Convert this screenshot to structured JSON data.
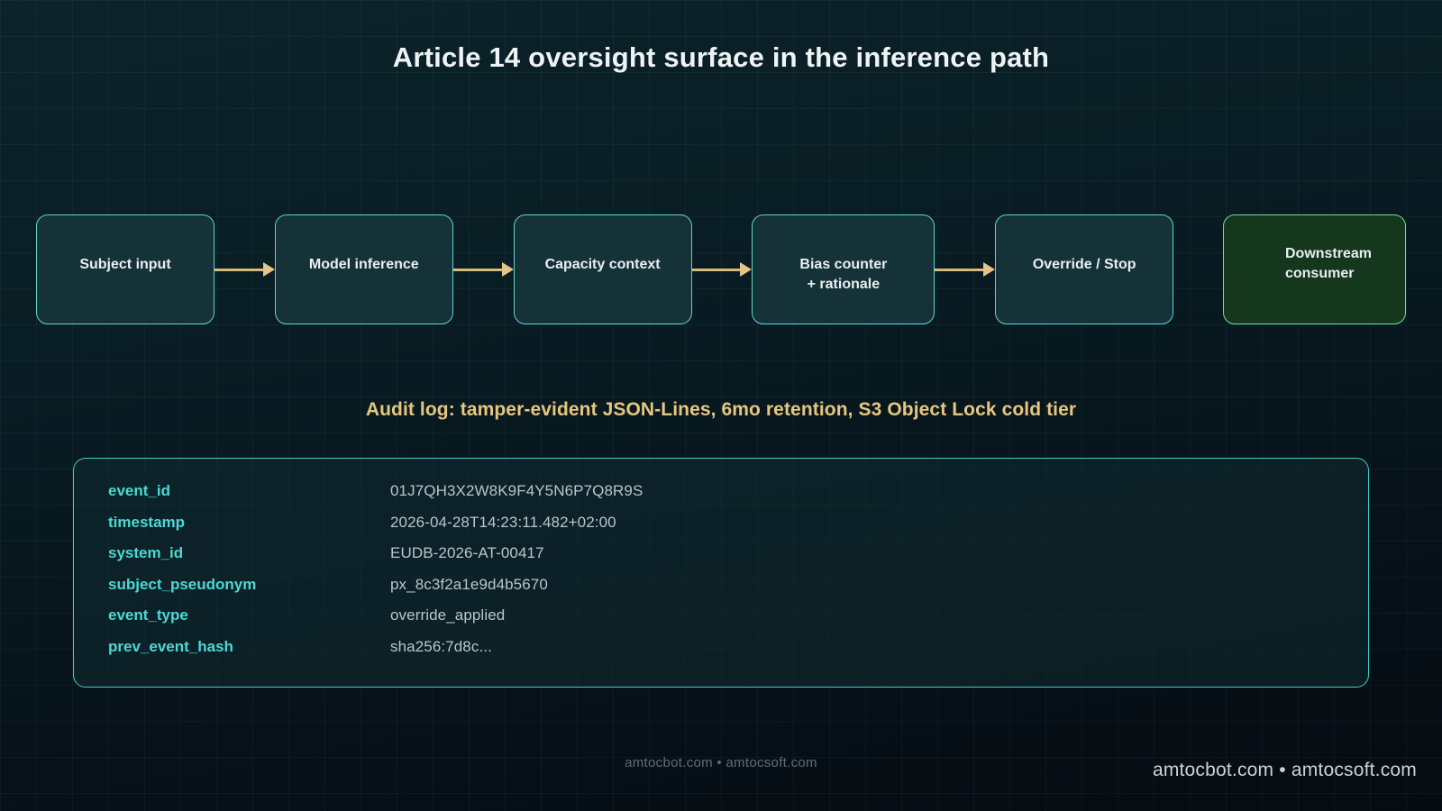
{
  "title": "Article 14 oversight surface in the inference path",
  "flow": {
    "nodes": [
      {
        "label": "Subject input",
        "kind": "standard"
      },
      {
        "label": "Model inference",
        "kind": "standard"
      },
      {
        "label": "Capacity context",
        "kind": "standard"
      },
      {
        "label": "Bias counter\n+ rationale",
        "kind": "standard"
      },
      {
        "label": "Override / Stop",
        "kind": "standard"
      },
      {
        "label": "Downstream consumer",
        "kind": "accent"
      }
    ],
    "arrow_icon": "arrow-right-icon",
    "arrow_color": "#d9b878",
    "node_border_color": "#5fd3d0",
    "node_fill_color": "#143238",
    "accent_border_color": "#6fdba0",
    "accent_fill_color": "#15371e"
  },
  "audit_caption": "Audit log: tamper-evident JSON-Lines, 6mo retention, S3 Object Lock cold tier",
  "record": {
    "border_color": "#3ecfcb",
    "key_color": "#4bd9d4",
    "value_color": "#b9c6cc",
    "rows": [
      {
        "key": "event_id",
        "value": "01J7QH3X2W8K9F4Y5N6P7Q8R9S"
      },
      {
        "key": "timestamp",
        "value": "2026-04-28T14:23:11.482+02:00"
      },
      {
        "key": "system_id",
        "value": "EUDB-2026-AT-00417"
      },
      {
        "key": "subject_pseudonym",
        "value": "px_8c3f2a1e9d4b5670"
      },
      {
        "key": "event_type",
        "value": "override_applied"
      },
      {
        "key": "prev_event_hash",
        "value": "sha256:7d8c..."
      }
    ]
  },
  "footer": {
    "center": "amtocbot.com  •  amtocsoft.com",
    "right": "amtocbot.com  •  amtocsoft.com"
  }
}
